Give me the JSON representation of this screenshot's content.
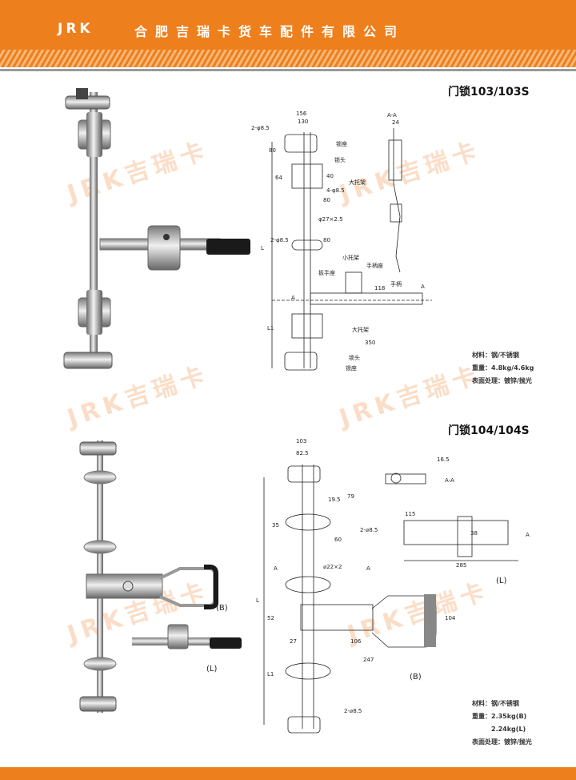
{
  "header": {
    "brand": "JRK",
    "company": "合肥吉瑞卡货车配件有限公司",
    "accent": "#ee7f1d"
  },
  "watermark": "JRK吉瑞卡",
  "product1": {
    "title": "门锁103/103S",
    "specs": {
      "material": "材料：钢/不锈钢",
      "weight": "重量：4.8kg/4.6kg",
      "finish": "表面处理：镀锌/抛光"
    },
    "drawing": {
      "d156": "156",
      "d130": "130",
      "hole_top": "2-φ8.5",
      "lock_seat": "锁座",
      "lock_head": "锁头",
      "d80a": "80",
      "d64": "64",
      "d40": "40",
      "big_bracket": "大托架",
      "hole4": "4-φ8.5",
      "d80b": "80",
      "pipe": "φ27×2.5",
      "hole_mid": "2-φ8.5",
      "d80c": "80",
      "small_bracket": "小托架",
      "handle_seat": "手柄座",
      "wrench_seat": "扳手座",
      "d118": "118",
      "handle": "手柄",
      "a_right": "A",
      "a_left": "A",
      "L": "L",
      "L1": "L1",
      "big_bracket2": "大托架",
      "d350": "350",
      "lock_head2": "锁头",
      "lock_seat2": "锁座",
      "section": "A-A",
      "d24": "24"
    }
  },
  "product2": {
    "title": "门锁104/104S",
    "specs": {
      "material": "材料：钢/不锈钢",
      "weight": "重量：2.35kg(B)",
      "weight2": "2.24kg(L)",
      "finish": "表面处理：镀锌/抛光"
    },
    "photo_labels": {
      "b": "(B)",
      "l": "(L)"
    },
    "drawing": {
      "d103": "103",
      "d82": "82.5",
      "d19": "19.5",
      "d79": "79",
      "d35": "35",
      "hole": "2-⌀8.5",
      "d60": "60",
      "a_left": "A",
      "pipe": "⌀22×2",
      "a_right": "A",
      "L": "L",
      "d52": "52",
      "d27": "27",
      "d106": "106",
      "d247": "247",
      "L1": "L1",
      "b": "(B)",
      "hole2": "2-⌀8.5",
      "d104": "104",
      "d16": "16.5",
      "section": "A-A",
      "d115": "115",
      "d38": "38",
      "a_side": "A",
      "d285": "285",
      "l": "(L)"
    }
  }
}
